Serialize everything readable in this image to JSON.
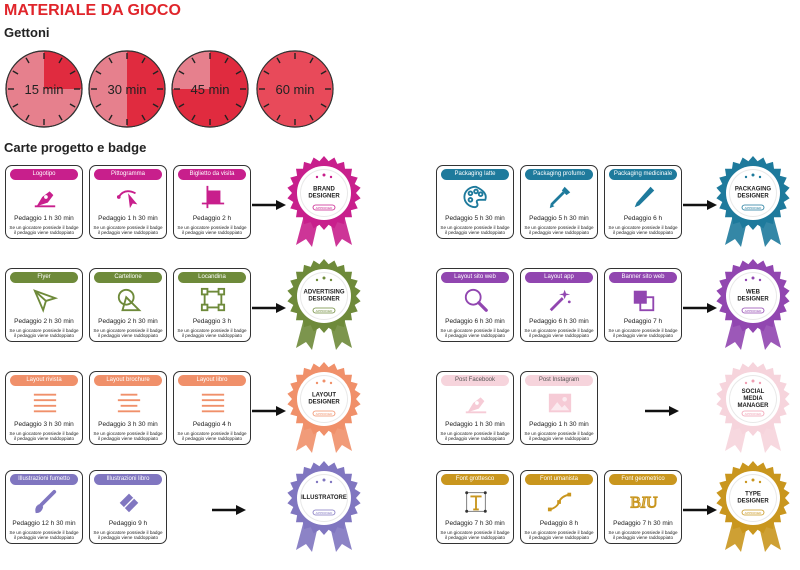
{
  "title": "MATERIALE DA GIOCO",
  "tokens_heading": "Gettoni",
  "cards_heading": "Carte progetto e badge",
  "timers": [
    {
      "label": "15 min",
      "fraction": 0.25
    },
    {
      "label": "30 min",
      "fraction": 0.5
    },
    {
      "label": "45 min",
      "fraction": 0.75
    },
    {
      "label": "60 min",
      "fraction": 1
    }
  ],
  "note_text": "Se un giocatore possiede il badge il pedaggio viene raddoppiato",
  "groups": [
    {
      "color": "#c81f8c",
      "badge": "BRAND DESIGNER",
      "cards": [
        {
          "label": "Logotipo",
          "toll": "Pedaggio 1 h 30 min",
          "icon": "pen-nib-icon"
        },
        {
          "label": "Pittogramma",
          "toll": "Pedaggio 1 h 30 min",
          "icon": "pointer-icon"
        },
        {
          "label": "Biglietto da visita",
          "toll": "Pedaggio 2 h",
          "icon": "business-card-icon"
        }
      ]
    },
    {
      "color": "#6e8a3a",
      "badge": "ADVERTISING DESIGNER",
      "cards": [
        {
          "label": "Flyer",
          "toll": "Pedaggio 2 h 30 min",
          "icon": "send-arrow-icon"
        },
        {
          "label": "Cartellone",
          "toll": "Pedaggio 2 h 30 min",
          "icon": "shapes-icon"
        },
        {
          "label": "Locandina",
          "toll": "Pedaggio 3 h",
          "icon": "bounding-box-icon"
        }
      ]
    },
    {
      "color": "#f0906a",
      "badge": "LAYOUT DESIGNER",
      "cards": [
        {
          "label": "Layout rivista",
          "toll": "Pedaggio 3 h 30 min",
          "icon": "text-align-left-icon"
        },
        {
          "label": "Layout brochure",
          "toll": "Pedaggio 3 h 30 min",
          "icon": "text-align-center-icon"
        },
        {
          "label": "Layout libro",
          "toll": "Pedaggio 4 h",
          "icon": "text-align-justify-icon"
        }
      ]
    },
    {
      "color": "#8076c0",
      "badge": "ILLUSTRATORE",
      "cards": [
        {
          "label": "Illustrazioni fumetto",
          "toll": "Pedaggio 12 h 30 min",
          "icon": "brush-icon"
        },
        {
          "label": "Illustrazioni libro",
          "toll": "Pedaggio 9 h",
          "icon": "eraser-icon"
        }
      ]
    },
    {
      "color": "#1e7a9c",
      "badge": "PACKAGING DESIGNER",
      "cards": [
        {
          "label": "Packaging latte",
          "toll": "Pedaggio 5 h 30 min",
          "icon": "palette-icon"
        },
        {
          "label": "Packaging profumo",
          "toll": "Pedaggio 5 h 30 min",
          "icon": "eyedropper-icon"
        },
        {
          "label": "Packaging medicinale",
          "toll": "Pedaggio 6 h",
          "icon": "pen-icon"
        }
      ]
    },
    {
      "color": "#9146b0",
      "badge": "WEB DESIGNER",
      "cards": [
        {
          "label": "Layout sito web",
          "toll": "Pedaggio 6 h 30 min",
          "icon": "magnifier-icon"
        },
        {
          "label": "Layout app",
          "toll": "Pedaggio 6 h 30 min",
          "icon": "magic-wand-icon"
        },
        {
          "label": "Banner sito web",
          "toll": "Pedaggio 7 h",
          "icon": "layers-icon"
        }
      ]
    },
    {
      "color": "#f6d4dc",
      "badge": "SOCIAL MEDIA MANAGER",
      "cards": [
        {
          "label": "Post Facebook",
          "toll": "Pedaggio 1 h 30 min",
          "icon": "pen-nib-icon"
        },
        {
          "label": "Post Instagram",
          "toll": "Pedaggio 1 h 30 min",
          "icon": "image-icon"
        }
      ]
    },
    {
      "color": "#c9961e",
      "badge": "TYPE DESIGNER",
      "cards": [
        {
          "label": "Font grottesco",
          "toll": "Pedaggio 7 h 30 min",
          "icon": "text-tool-icon"
        },
        {
          "label": "Font umanista",
          "toll": "Pedaggio 8 h",
          "icon": "bezier-curve-icon"
        },
        {
          "label": "Font geometrico",
          "toll": "Pedaggio 7 h 30 min",
          "icon": "bold-italic-underline-icon"
        }
      ]
    }
  ]
}
